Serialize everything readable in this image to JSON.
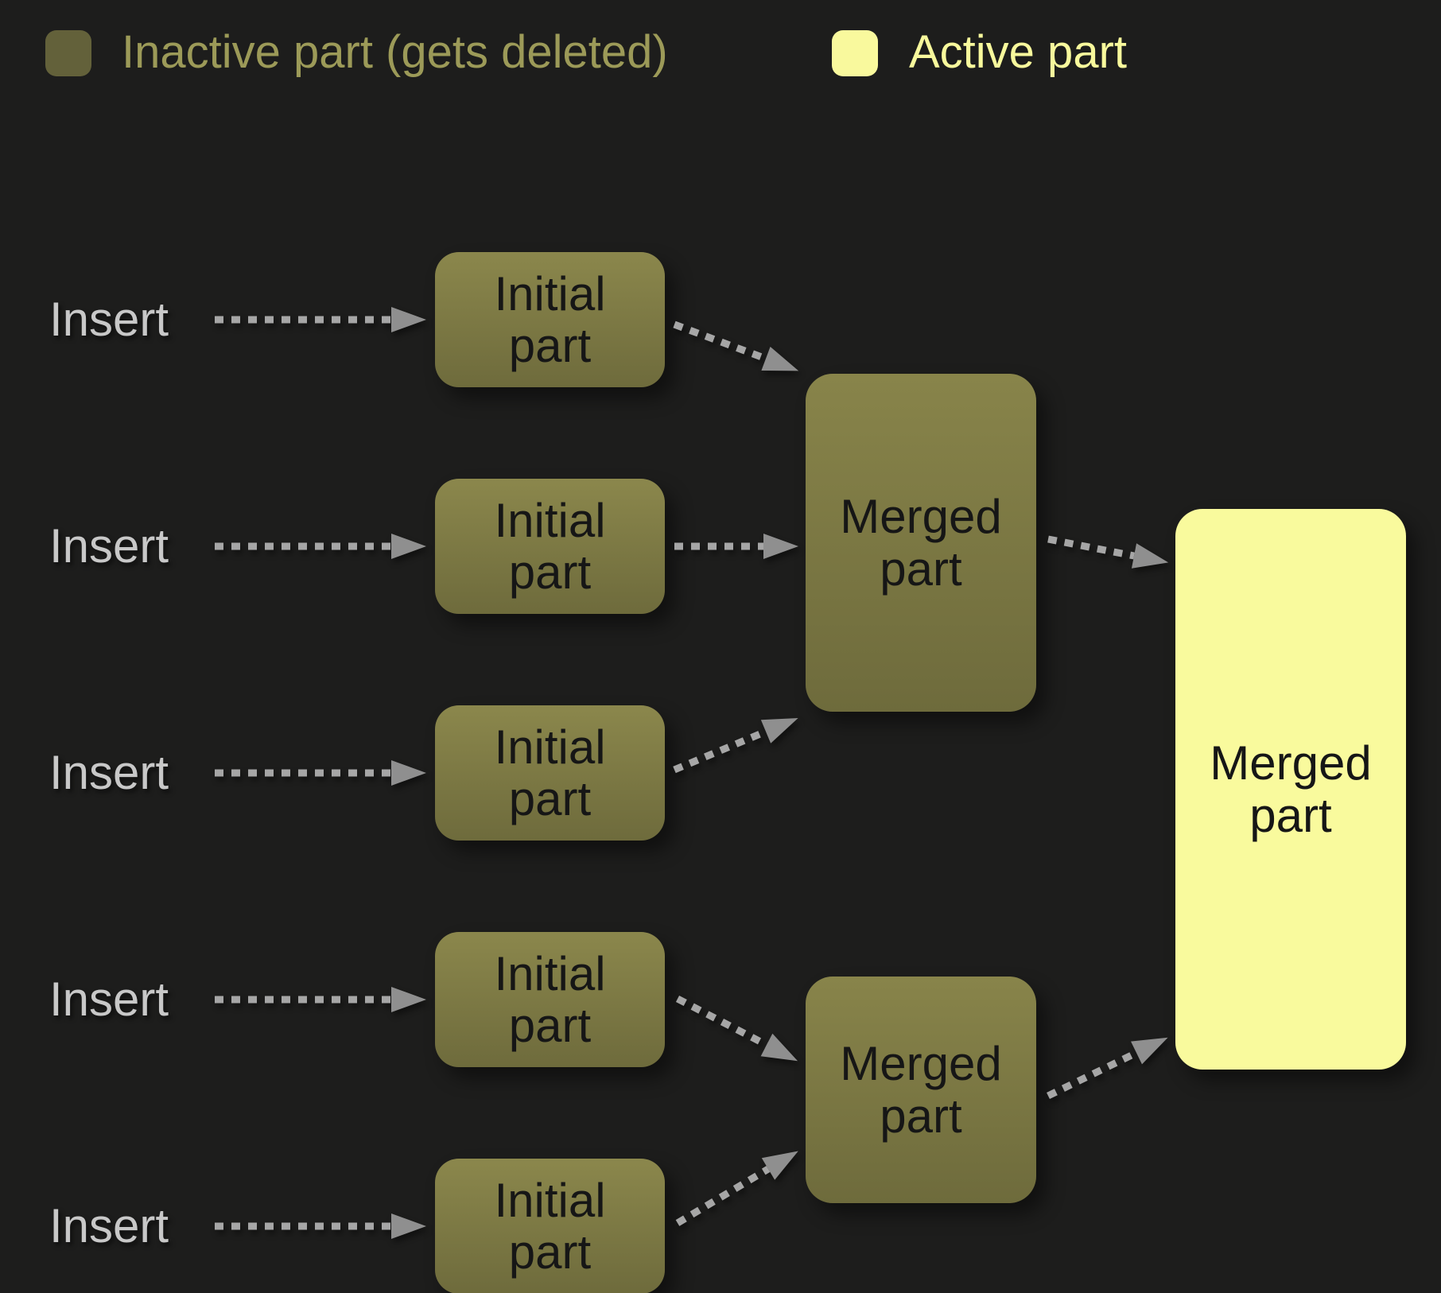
{
  "legend": {
    "items": [
      {
        "id": "inactive",
        "label": "Inactive part (gets deleted)",
        "swatch_color": "#63613a",
        "text_color": "#9c9a58"
      },
      {
        "id": "active",
        "label": "Active part",
        "swatch_color": "#f9f99d",
        "text_color": "#f8f99c"
      }
    ]
  },
  "labels": {
    "insert": "Insert",
    "initial": "Initial part",
    "merged": "Merged part"
  },
  "structure": {
    "insert_rows": 5,
    "initial_parts": 5,
    "intermediate_merged_parts": 2,
    "final_merged_parts": 1
  },
  "colors": {
    "background": "#1d1d1c",
    "inactive_box_top": "#8b874c",
    "inactive_box_bottom": "#6e6b3c",
    "active_box": "#f9fa9d",
    "box_text": "#161616",
    "insert_text": "#c8c8c8",
    "arrow_dots": "#a6a6a6",
    "arrow_head": "#8f8f8f"
  }
}
